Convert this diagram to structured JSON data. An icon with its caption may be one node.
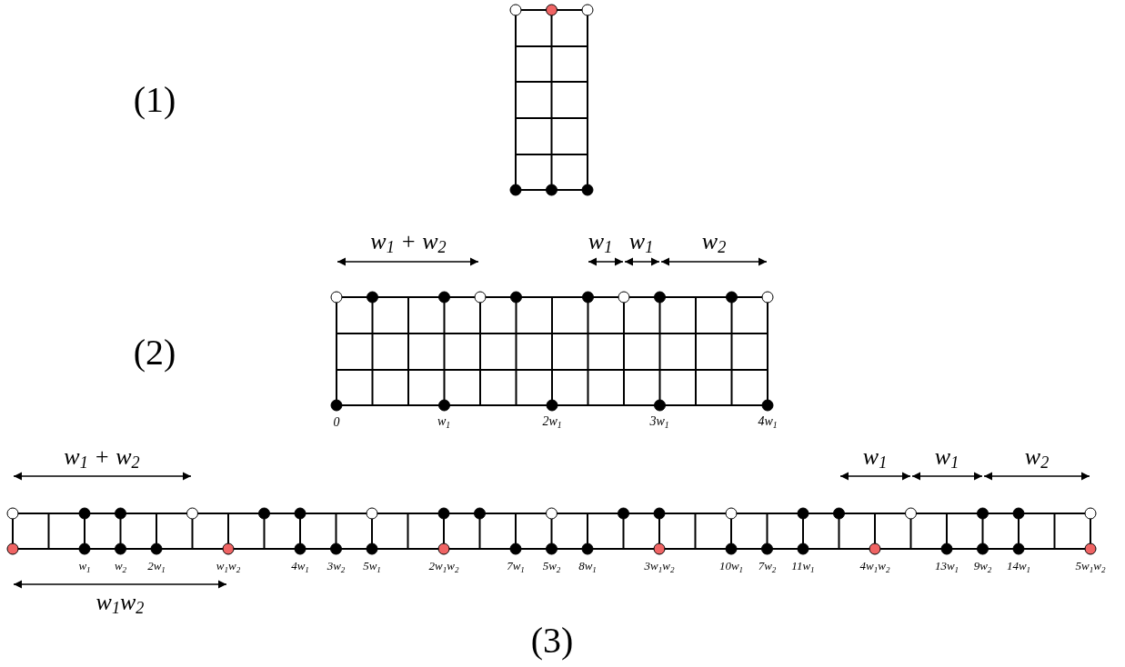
{
  "diagram": {
    "labels": [
      "(1)",
      "w$_{1}$ + w$_{2}$",
      "w$_{1}$",
      "w$_{1}$",
      "w$_{2}$",
      "(2)",
      "0",
      "w$_{1}$",
      "2w$_{1}$",
      "3w$_{1}$",
      "4w$_{1}$",
      "w$_{1}$ + w$_{2}$",
      "w$_{1}$",
      "w$_{1}$",
      "w$_{2}$",
      "w$_{1}$",
      "w$_{2}$",
      "2w$_{1}$",
      "w$_{1}$w$_{2}$",
      "4w$_{1}$",
      "3w$_{2}$",
      "5w$_{1}$",
      "2w$_{1}$w$_{2}$",
      "7w$_{1}$",
      "5w$_{2}$",
      "8w$_{1}$",
      "3w$_{1}$w$_{2}$",
      "10w$_{1}$",
      "7w$_{2}$",
      "11w$_{1}$",
      "4w$_{1}$w$_{2}$",
      "13w$_{1}$",
      "9w$_{2}$",
      "14w$_{1}$",
      "5w$_{1}$w$_{2}$",
      "w$_{1}$w$_{2}$",
      "(3)"
    ]
  }
}
